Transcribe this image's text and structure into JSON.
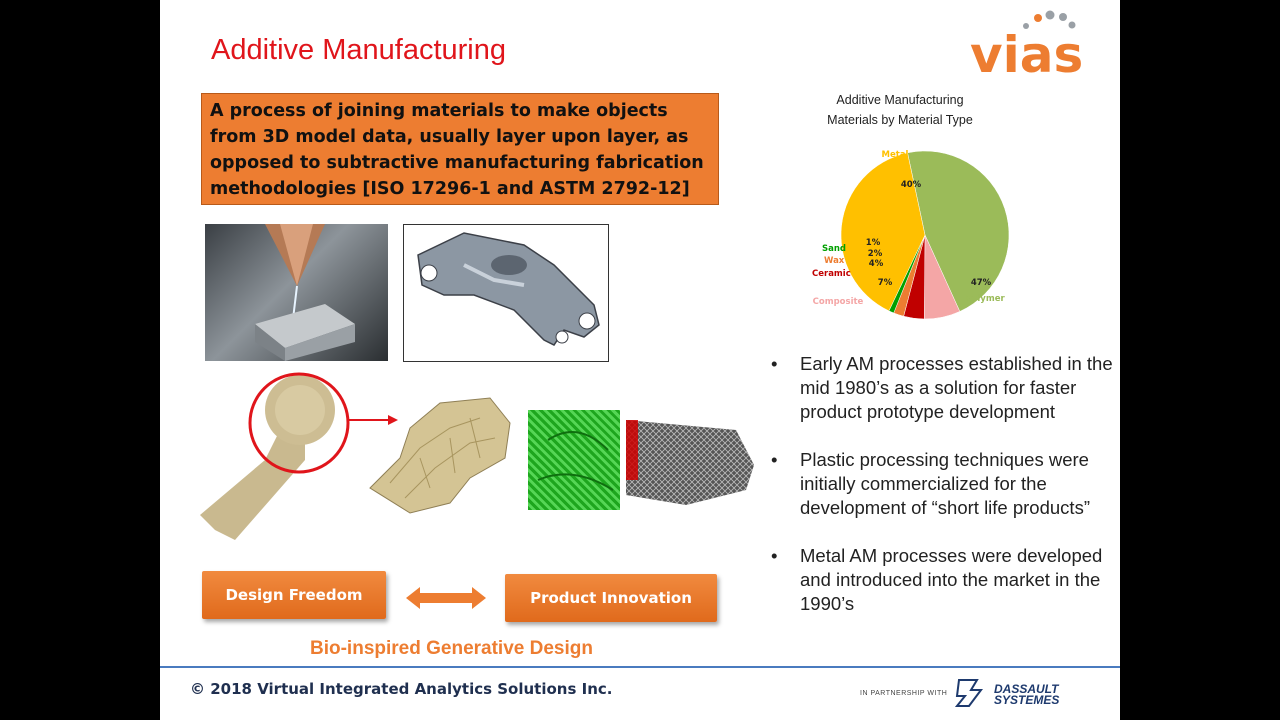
{
  "slide": {
    "title": "Additive Manufacturing",
    "logo_text": "vias",
    "definition": "A process of joining materials to make objects from 3D model data, usually layer upon layer, as opposed to subtractive manufacturing fabrication methodologies [ISO 17296-1 and ASTM 2792-12]",
    "buttons": {
      "left": "Design Freedom",
      "right": "Product Innovation"
    },
    "caption": "Bio-inspired Generative Design",
    "bullets": [
      "Early AM processes established in the mid 1980’s as a solution for faster product prototype development",
      "Plastic processing techniques were initially commercialized for the development of “short life products”",
      "Metal AM processes were developed and introduced into the market in the 1990’s"
    ],
    "bullet_char": "•",
    "copyright": "© 2018 Virtual Integrated Analytics Solutions Inc.",
    "partner_text": "IN PARTNERSHIP WITH",
    "partner_name_1": "DASSAULT",
    "partner_name_2": "SYSTEMES"
  },
  "colors": {
    "title": "#e0151b",
    "accent": "#ed7d31",
    "footer_line": "#4a7bbf"
  },
  "chart_data": {
    "type": "pie",
    "title": "Additive Manufacturing Materials by Material Type",
    "slices": [
      {
        "name": "Metal",
        "value": 40,
        "label": "40%",
        "color": "#ffc000"
      },
      {
        "name": "Polymer",
        "value": 47,
        "label": "47%",
        "color": "#9bbb59"
      },
      {
        "name": "Composite",
        "value": 7,
        "label": "7%",
        "color": "#f4a6a6"
      },
      {
        "name": "Ceramic",
        "value": 4,
        "label": "4%",
        "color": "#c00000"
      },
      {
        "name": "Wax",
        "value": 2,
        "label": "2%",
        "color": "#ed7d31"
      },
      {
        "name": "Sand",
        "value": 1,
        "label": "1%",
        "color": "#00a000"
      }
    ]
  }
}
